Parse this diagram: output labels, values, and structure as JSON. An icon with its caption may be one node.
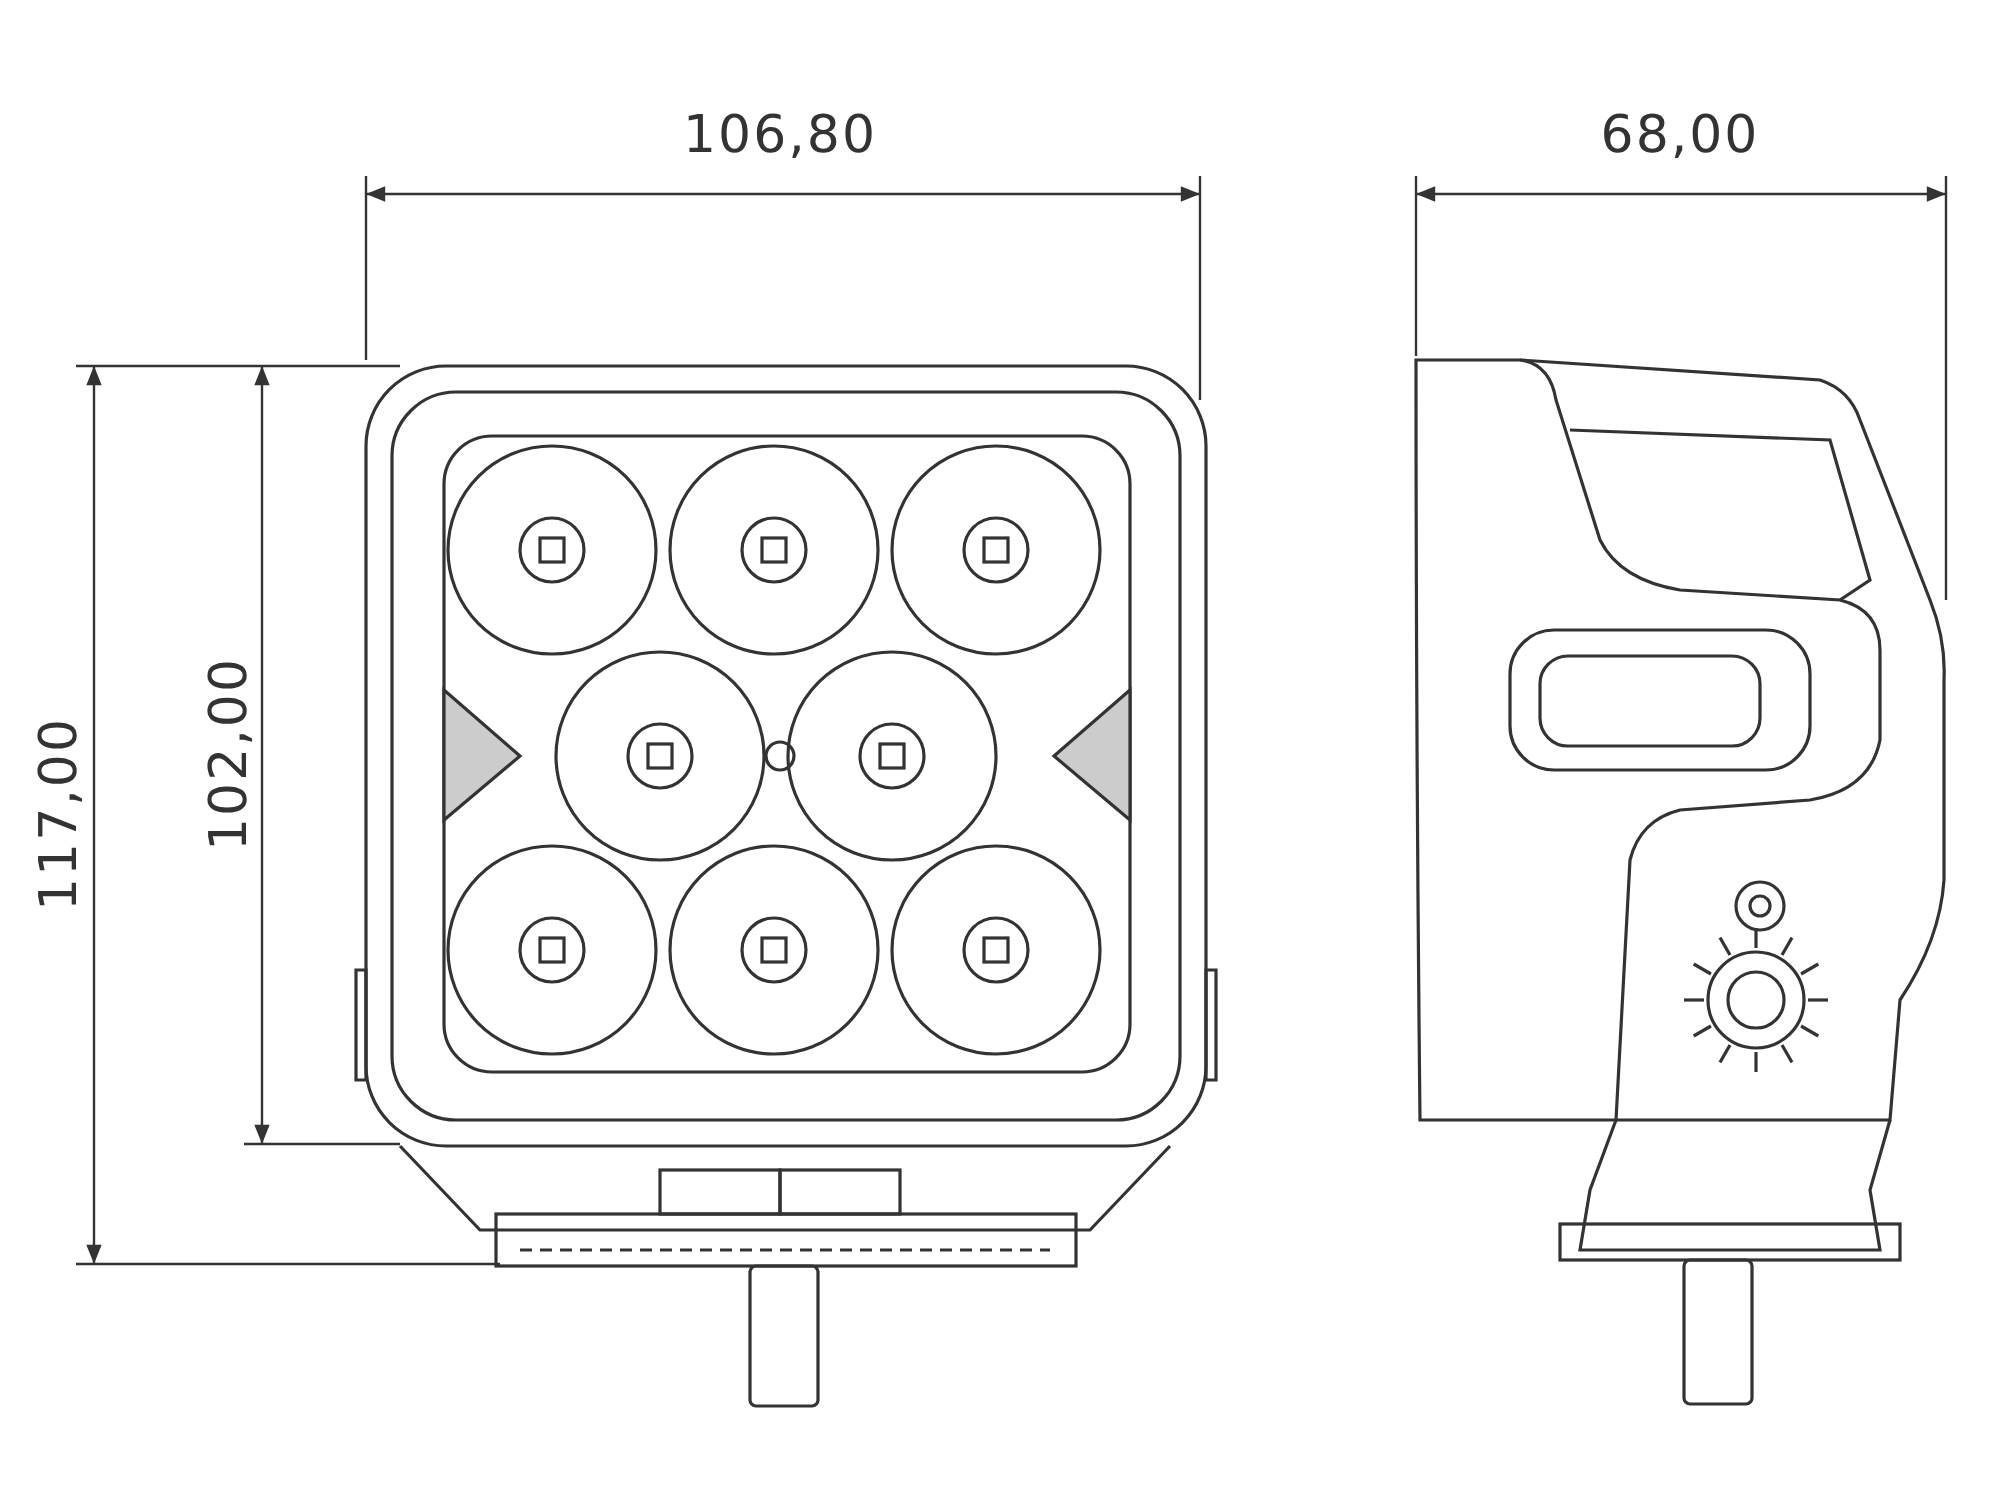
{
  "diagram": {
    "labels": [
      "106,80",
      "68,00",
      "117,00",
      "102,00"
    ]
  }
}
